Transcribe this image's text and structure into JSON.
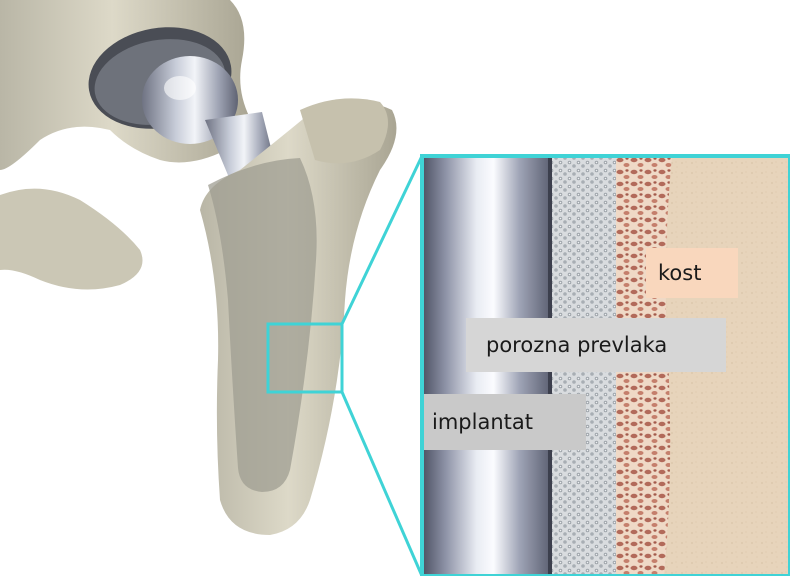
{
  "labels": {
    "bone": "kost",
    "porous_coating": "porozna prevlaka",
    "implant": "implantat"
  },
  "colors": {
    "callout_outline": "#3fd3d6",
    "bone_label_bg": "#f9d7bd",
    "coating_label_bg": "#d6d6d6",
    "implant_label_bg": "#c9c9c9"
  }
}
